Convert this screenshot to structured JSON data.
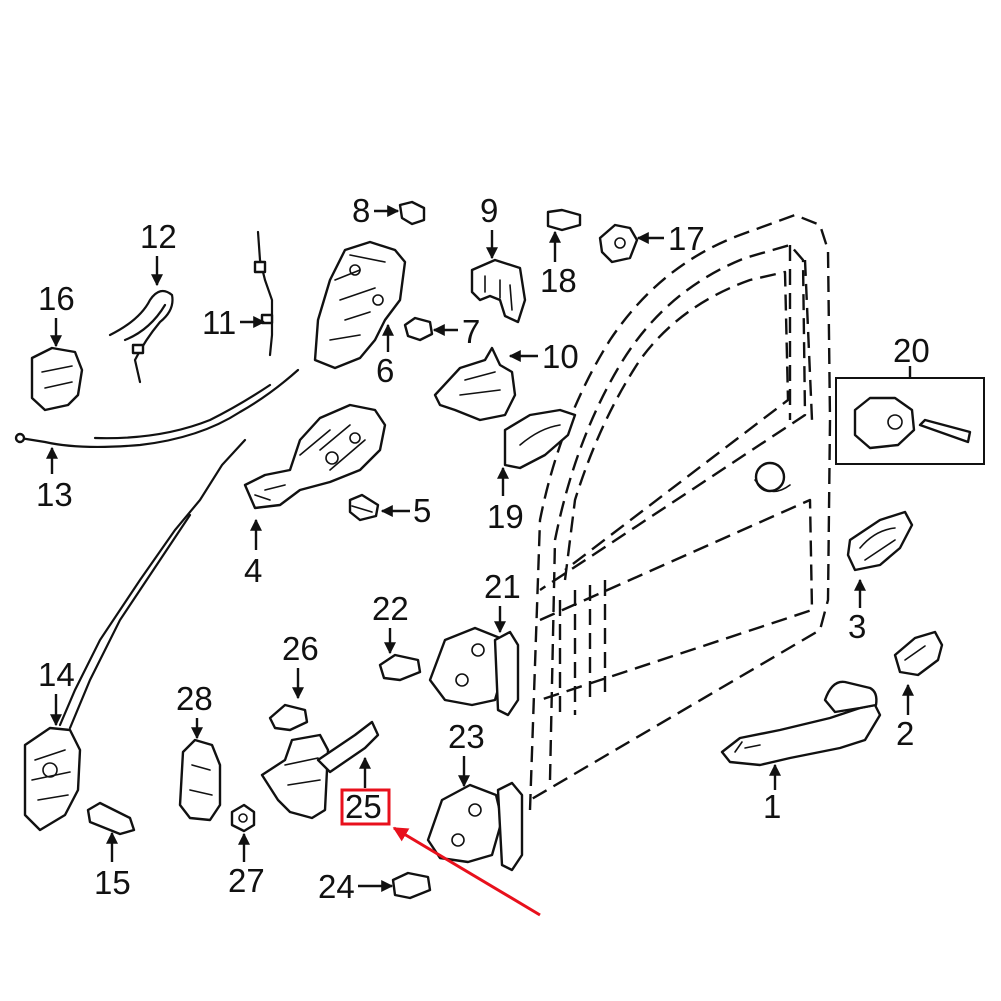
{
  "callouts": {
    "c1": "1",
    "c2": "2",
    "c3": "3",
    "c4": "4",
    "c5": "5",
    "c6": "6",
    "c7": "7",
    "c8": "8",
    "c9": "9",
    "c10": "10",
    "c11": "11",
    "c12": "12",
    "c13": "13",
    "c14": "14",
    "c15": "15",
    "c16": "16",
    "c17": "17",
    "c18": "18",
    "c19": "19",
    "c20": "20",
    "c21": "21",
    "c22": "22",
    "c23": "23",
    "c24": "24",
    "c25": "25",
    "c26": "26",
    "c27": "27",
    "c28": "28"
  },
  "highlight": {
    "callout": "25",
    "box_color": "#e8101c",
    "arrow_color": "#e8101c"
  }
}
